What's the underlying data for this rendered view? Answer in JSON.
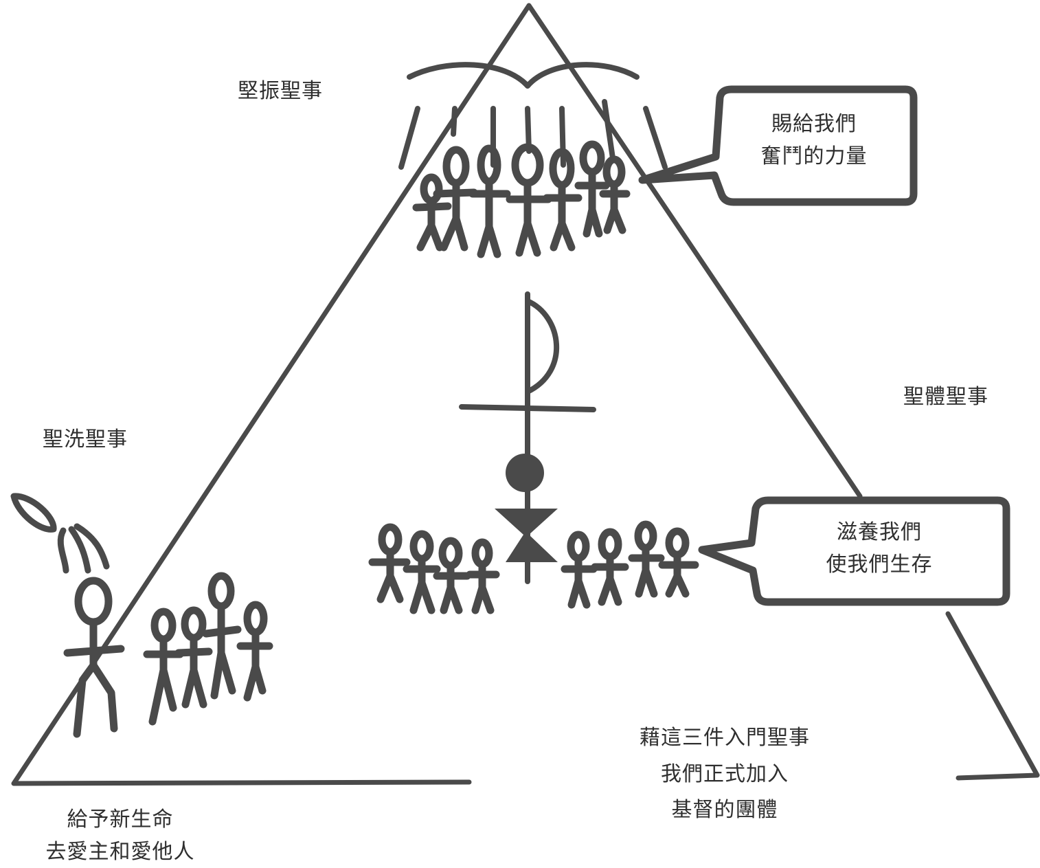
{
  "diagram": {
    "confirmation": {
      "name": "堅振聖事",
      "bubble": [
        "賜給我們",
        "奮鬥的力量"
      ]
    },
    "eucharist": {
      "name": "聖體聖事",
      "bubble": [
        "滋養我們",
        "使我們生存"
      ]
    },
    "baptism": {
      "name": "聖洗聖事",
      "caption": [
        "給予新生命",
        "去愛主和愛他人"
      ]
    },
    "summary": [
      "藉這三件入門聖事",
      "我們正式加入",
      "基督的團體"
    ],
    "ink_color": "#4a4a4a"
  }
}
